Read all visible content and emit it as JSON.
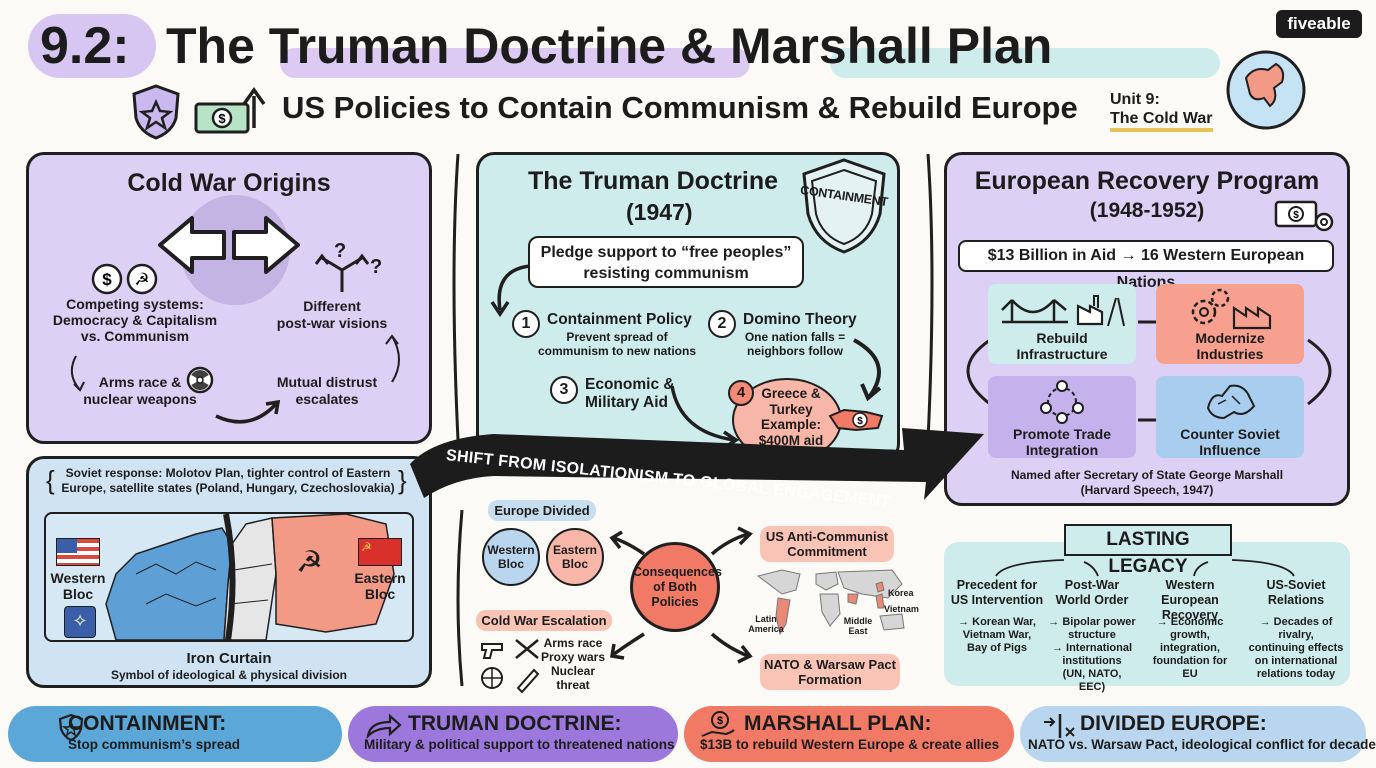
{
  "header": {
    "number": "9.2:",
    "title": "The Truman Doctrine & Marshall Plan",
    "subtitle": "US Policies to Contain Communism & Rebuild Europe",
    "unit_line1": "Unit 9:",
    "unit_line2": "The Cold War",
    "logo": "fiveable"
  },
  "origins": {
    "title": "Cold War Origins",
    "competing": "Competing systems:\nDemocracy & Capitalism\nvs. Communism",
    "visions": "Different\npost-war visions",
    "arms": "Arms race &\nnuclear weapons",
    "distrust": "Mutual distrust\nescalates",
    "question_mark": "?"
  },
  "truman": {
    "title": "The Truman Doctrine",
    "year": "(1947)",
    "stamp": "CONTAINMENT",
    "pledge": "Pledge support to “free peoples”\nresisting communism",
    "p1_num": "1",
    "p1_title": "Containment Policy",
    "p1_text": "Prevent spread of\ncommunism to new nations",
    "p2_num": "2",
    "p2_title": "Domino Theory",
    "p2_text": "One nation falls =\nneighbors follow",
    "p3_num": "3",
    "p3_title": "Economic &\nMilitary Aid",
    "p4_num": "4",
    "p4_text": "Greece &\nTurkey\nExample:\n$400M aid"
  },
  "erp": {
    "title": "European Recovery Program",
    "years": "(1948-1952)",
    "aid": "$13 Billion in Aid → 16 Western European Nations",
    "c1": "Rebuild\nInfrastructure",
    "c2": "Modernize\nIndustries",
    "c3": "Promote Trade\nIntegration",
    "c4": "Counter Soviet\nInfluence",
    "named": "Named after Secretary of State George Marshall\n(Harvard Speech, 1947)"
  },
  "shift_banner": "SHIFT FROM ISOLATIONISM TO GLOBAL ENGAGEMENT",
  "soviet": {
    "response": "Soviet response: Molotov Plan, tighter control of Eastern\nEurope, satellite states (Poland, Hungary, Czechoslovakia)",
    "western": "Western\nBloc",
    "eastern": "Eastern\nBloc",
    "iron_title": "Iron Curtain",
    "iron_text": "Symbol of ideological & physical division"
  },
  "consequences": {
    "europe_divided": "Europe Divided",
    "western_bloc": "Western\nBloc",
    "eastern_bloc": "Eastern\nBloc",
    "center": "Consequences\nof Both\nPolicies",
    "us_commitment": "US Anti-Communist\nCommitment",
    "escalation": "Cold War Escalation",
    "escalation_items": "Arms race\nProxy wars\nNuclear\nthreat",
    "nato": "NATO & Warsaw Pact\nFormation",
    "map_korea": "Korea",
    "map_vietnam": "Vietnam",
    "map_latin": "Latin\nAmerica",
    "map_mideast": "Middle\nEast"
  },
  "legacy": {
    "title": "LASTING LEGACY",
    "cols": [
      {
        "head": "Precedent for\nUS Intervention",
        "body": "→ Korean War,\nVietnam War,\nBay of Pigs"
      },
      {
        "head": "Post-War\nWorld Order",
        "body": "→ Bipolar power\nstructure\n→ International\ninstitutions\n(UN, NATO, EEC)"
      },
      {
        "head": "Western European\nRecovery",
        "body": "→ Economic\ngrowth,\nintegration,\nfoundation for\nEU"
      },
      {
        "head": "US-Soviet\nRelations",
        "body": "→ Decades of rivalry,\ncontinuing effects\non international\nrelations today"
      }
    ]
  },
  "bottom": [
    {
      "title": "CONTAINMENT:",
      "sub": "Stop communism’s spread"
    },
    {
      "title": "TRUMAN DOCTRINE:",
      "sub": "Military & political support to threatened nations"
    },
    {
      "title": "MARSHALL PLAN:",
      "sub": "$13B to rebuild Western Europe & create allies"
    },
    {
      "title": "DIVIDED EUROPE:",
      "sub": "NATO vs. Warsaw Pact, ideological conflict for decades"
    }
  ],
  "colors": {
    "lavender": "#dcd0f4",
    "mint": "#cdeceb",
    "salmon": "#f7a08f",
    "sky": "#bfdcf2",
    "blue_pill": "#5aa7d8",
    "purple_pill": "#9c78dc",
    "red_pill": "#f07a66",
    "soft_blue": "#b9d6ee"
  }
}
